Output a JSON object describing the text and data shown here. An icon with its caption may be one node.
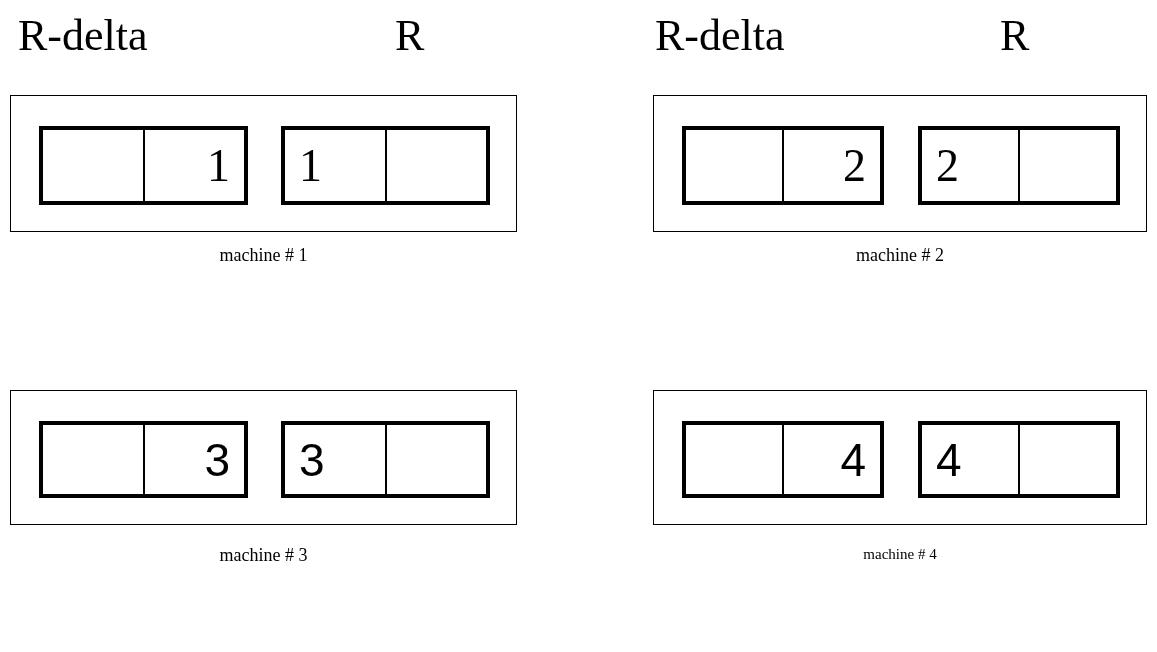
{
  "diagram": {
    "nodes": [
      {
        "text": [],
        "shape": "box",
        "beside": [
          "machine # 1"
        ]
      },
      {
        "text": [],
        "shape": "box",
        "in": 0
      },
      {
        "text": [],
        "shape": "box",
        "in": 1
      },
      {
        "text": [
          "1"
        ],
        "in": 1
      },
      {
        "text": [],
        "shape": "box",
        "in": 0
      },
      {
        "text": [
          "1"
        ],
        "in": 4
      },
      {
        "text": [],
        "shape": "box",
        "in": 4
      },
      {
        "text": [],
        "shape": "box",
        "beside": [
          "machine # 2"
        ]
      },
      {
        "text": [],
        "shape": "box",
        "in": 7
      },
      {
        "text": [],
        "shape": "box",
        "in": 8
      },
      {
        "text": [
          "2"
        ],
        "in": 8
      },
      {
        "text": [],
        "shape": "box",
        "in": 7
      },
      {
        "text": [
          "2"
        ],
        "in": 11
      },
      {
        "text": [],
        "shape": "box",
        "in": 11
      },
      {
        "text": [],
        "shape": "box",
        "beside": [
          "machine # 3"
        ]
      },
      {
        "text": [],
        "shape": "box",
        "in": 14
      },
      {
        "text": [],
        "shape": "box",
        "in": 15
      },
      {
        "text": [
          "3"
        ],
        "in": 15
      },
      {
        "text": [],
        "shape": "box",
        "in": 14
      },
      {
        "text": [
          "3"
        ],
        "in": 18
      },
      {
        "text": [],
        "shape": "box",
        "in": 18
      },
      {
        "text": [],
        "shape": "box",
        "beside": [
          "machine # 4"
        ]
      },
      {
        "text": [],
        "shape": "box",
        "in": 21
      },
      {
        "text": [],
        "shape": "box",
        "in": 22
      },
      {
        "text": [
          "4"
        ],
        "in": 22
      },
      {
        "text": [],
        "shape": "box",
        "in": 21
      },
      {
        "text": [
          "4"
        ],
        "in": 25
      },
      {
        "text": [],
        "shape": "box",
        "in": 25
      }
    ],
    "edges": [],
    "labels": [
      "R-delta",
      "R",
      "R-delta",
      "R"
    ]
  }
}
